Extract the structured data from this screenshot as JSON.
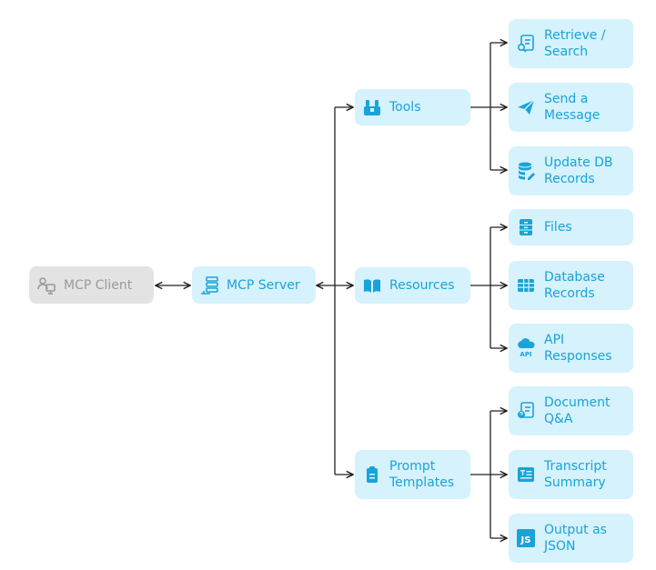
{
  "nodes": {
    "client": {
      "label": "MCP Client",
      "icon": "users-monitor-icon"
    },
    "server": {
      "label": "MCP Server",
      "icon": "server-stack-icon"
    },
    "tools": {
      "label": "Tools",
      "icon": "toolbox-icon"
    },
    "resources": {
      "label": "Resources",
      "icon": "open-book-icon"
    },
    "prompts": {
      "label": "Prompt\nTemplates",
      "icon": "clipboard-hand-icon"
    },
    "retrieve": {
      "label": "Retrieve /\nSearch",
      "icon": "document-search-icon"
    },
    "send": {
      "label": "Send a\nMessage",
      "icon": "paper-plane-icon"
    },
    "update": {
      "label": "Update DB\nRecords",
      "icon": "database-pencil-icon"
    },
    "files": {
      "label": "Files",
      "icon": "file-cabinet-icon"
    },
    "dbrecords": {
      "label": "Database\nRecords",
      "icon": "table-icon"
    },
    "api": {
      "label": "API\nResponses",
      "icon": "cloud-api-icon",
      "icon_text": "API"
    },
    "docqa": {
      "label": "Document\nQ&A",
      "icon": "document-question-icon"
    },
    "transcript": {
      "label": "Transcript\nSummary",
      "icon": "text-summary-icon"
    },
    "json": {
      "label": "Output as\nJSON",
      "icon": "js-file-icon",
      "icon_text": "JS"
    }
  },
  "colors": {
    "accent": "#1aa3d8",
    "node_fill": "#d6f2fc",
    "client_fill": "#e3e3e3",
    "client_text": "#9a9a9a",
    "line": "#222222"
  }
}
